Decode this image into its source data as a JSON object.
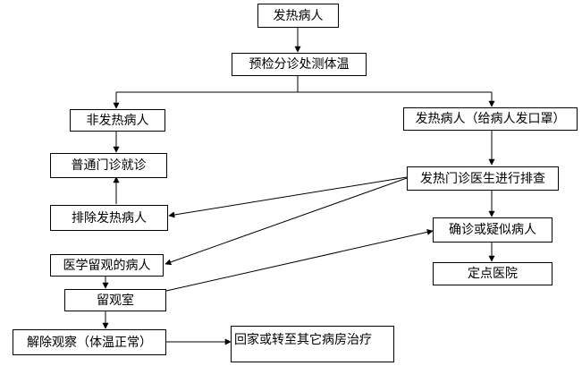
{
  "nodes": {
    "fever_patient_top": "发热病人",
    "precheck_triage": "预检分诊处测体温",
    "non_fever_patient": "非发热病人",
    "fever_patient_mask": "发热病人（给病人发口罩）",
    "general_outpatient": "普通门诊就诊",
    "fever_clinic_screening": "发热门诊医生进行排查",
    "exclude_fever": "排除发热病人",
    "confirmed_suspected": "确诊或疑似病人",
    "observation_patient": "医学留观的病人",
    "designated_hospital": "定点医院",
    "observation_room": "留观室",
    "release_observation": "解除观察（体温正常）",
    "home_or_transfer": "回家或转至其它病房治疗"
  },
  "colors": {
    "line": "#000000",
    "box_border": "#000000",
    "background": "#ffffff"
  }
}
